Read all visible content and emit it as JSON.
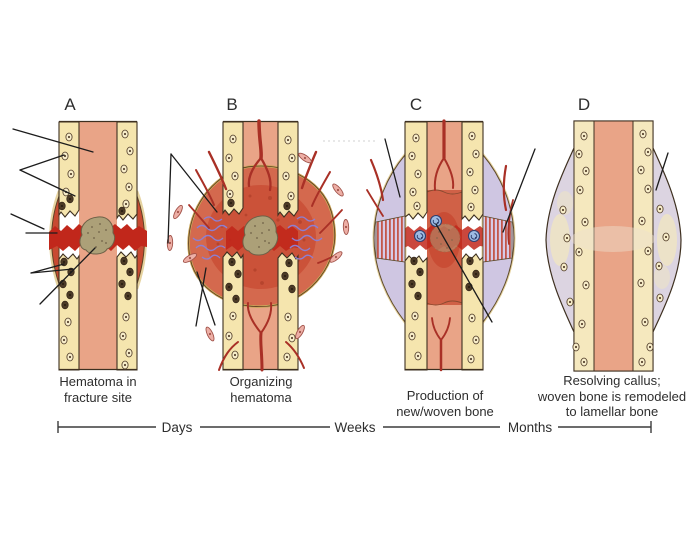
{
  "figure": {
    "panels": [
      {
        "letter": "A",
        "caption": "Hematoma in\nfracture site"
      },
      {
        "letter": "B",
        "caption": "Organizing\nhematoma"
      },
      {
        "letter": "C",
        "caption": "Production of\nnew/woven bone"
      },
      {
        "letter": "D",
        "caption": "Resolving callus;\nwoven bone is remodeled\nto lamellar bone"
      }
    ],
    "timeline": {
      "labels": [
        "Days",
        "Weeks",
        "Months"
      ]
    },
    "colors": {
      "cortical_bone": "#F5E5AE",
      "marrow_cavity": "#E9A487",
      "hematoma_red": "#C1271B",
      "hematoma_mass": "#D4694E",
      "blood_clot": "#ACA078",
      "vessel_red": "#A93026",
      "capillary_purple": "#8D7FD2",
      "fibroblast_pink": "#EDAFA6",
      "callus_lavender": "#CFC6E2",
      "woven_bone_stripe": "#C3574A",
      "osteoclast_blue": "#9DBBE3",
      "outline": "#3E3020",
      "text": "#2E2E2E",
      "pointer_line": "#1C1C1C"
    }
  }
}
